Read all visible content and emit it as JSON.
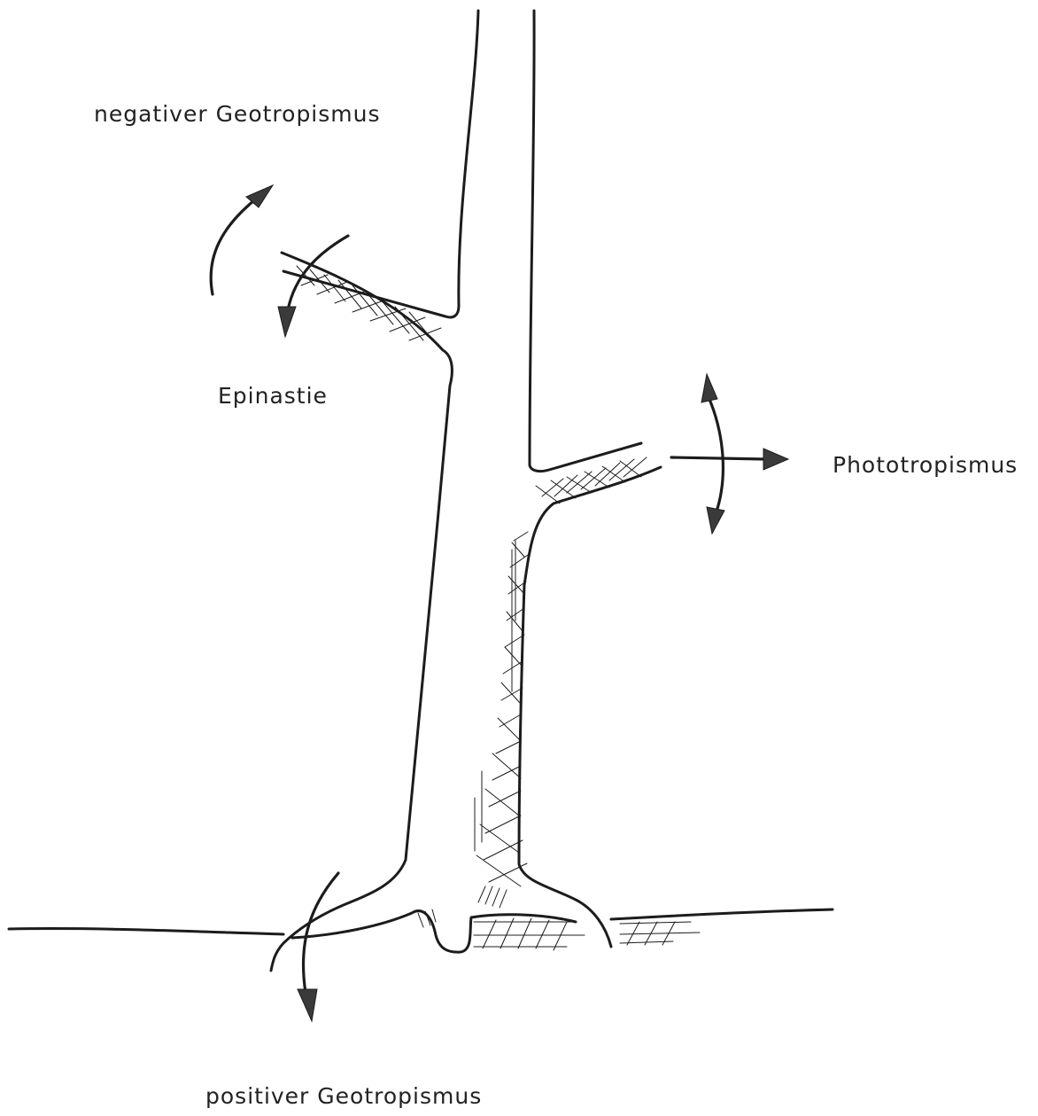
{
  "labels": {
    "negative_geotropism": "negativer Geotropismus",
    "epinasty": "Epinastie",
    "phototropism": "Phototropismus",
    "positive_geotropism": "positiver Geotropismus"
  },
  "colors": {
    "ink": "#1c1c1c",
    "arrowhead": "#3a3a3a",
    "background": "#ffffff"
  }
}
